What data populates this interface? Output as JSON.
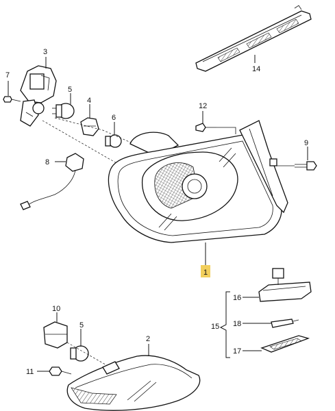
{
  "callouts": {
    "p1": "1",
    "p2": "2",
    "p3": "3",
    "p5a": "5",
    "p5b": "5",
    "p6": "6",
    "p7": "7",
    "p8": "8",
    "p9": "9",
    "p10": "10",
    "p11": "11",
    "p12": "12",
    "p14": "14",
    "p15": "15",
    "p16": "16",
    "p17": "17",
    "p18": "18"
  },
  "colors": {
    "highlight": "#f2cf5c",
    "line": "#111111"
  }
}
